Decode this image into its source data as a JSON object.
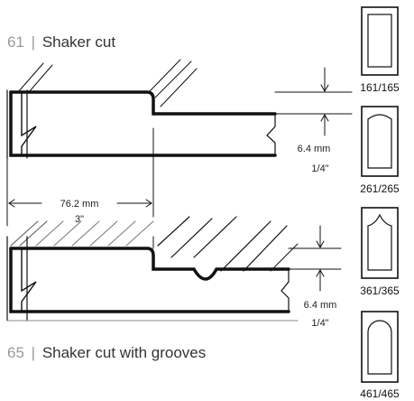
{
  "profiles": [
    {
      "number": "61",
      "separator": "|",
      "name": "Shaker cut",
      "depth_mm": "6.4 mm",
      "depth_in": "1/4\"",
      "width_mm": "76.2 mm",
      "width_in": "3\""
    },
    {
      "number": "65",
      "separator": "|",
      "name": "Shaker cut with grooves",
      "depth_mm": "6.4 mm",
      "depth_in": "1/4\""
    }
  ],
  "doors": [
    {
      "label": "161/165",
      "shape": "square"
    },
    {
      "label": "261/265",
      "shape": "cathedral"
    },
    {
      "label": "361/365",
      "shape": "peaked-arch"
    },
    {
      "label": "461/465",
      "shape": "round-arch"
    }
  ],
  "colors": {
    "line": "#111111",
    "number": "#9a9a9a",
    "text": "#333333"
  }
}
